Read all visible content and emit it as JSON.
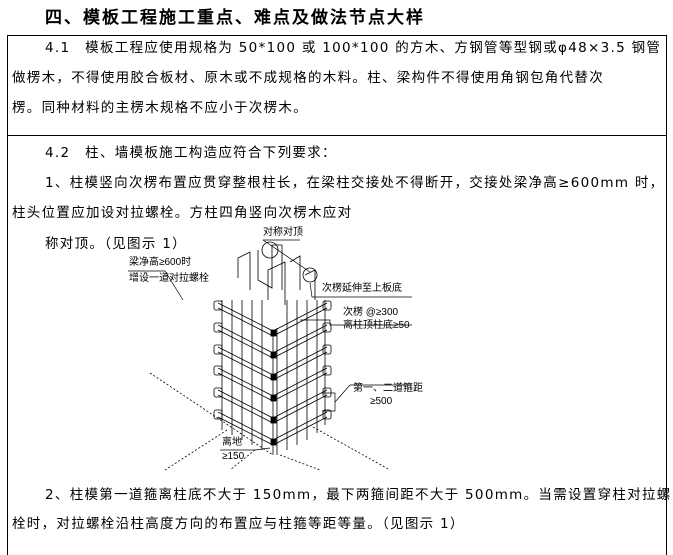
{
  "title": "四、模板工程施工重点、难点及做法节点大样",
  "section_4_1": {
    "lines": [
      "4.1　模板工程应使用规格为 50*100 或 100*100 的方木、方钢管等型钢或φ48×3.5 钢管",
      "做楞木，不得使用胶合板材、原木或不成规格的木料。柱、梁构件不得使用角钢包角代替次",
      "楞。同种材料的主楞木规格不应小于次楞木。"
    ]
  },
  "section_4_2": {
    "heading": "4.2　柱、墙模板施工构造应符合下列要求：",
    "item1": [
      "1、柱模竖向次楞布置应贯穿整根柱长，在梁柱交接处不得断开，交接处梁净高≥600mm 时，",
      "柱头位置应加设对拉螺栓。方柱四角竖向次楞木应对",
      "称对顶。（见图示 1）"
    ],
    "item2": [
      "2、柱模第一道箍离柱底不大于 150mm，最下两箍间距不大于 500mm。当需设置穿柱对拉螺",
      "栓时，对拉螺栓沿柱高度方向的布置应与柱箍等距等量。（见图示 1）"
    ]
  },
  "figure": {
    "labels": {
      "top": "对称对顶",
      "beam1": "梁净高≥600时",
      "beam2": "增设一道对拉螺栓",
      "extend": "次楞延伸至上板底",
      "spacing1": "次楞 @≥300",
      "spacing2": "离柱顶柱底≥50",
      "hoop1": "第一、二道箍距",
      "hoop2": "≥500",
      "ground1": "离地",
      "ground2": "≥150"
    }
  }
}
